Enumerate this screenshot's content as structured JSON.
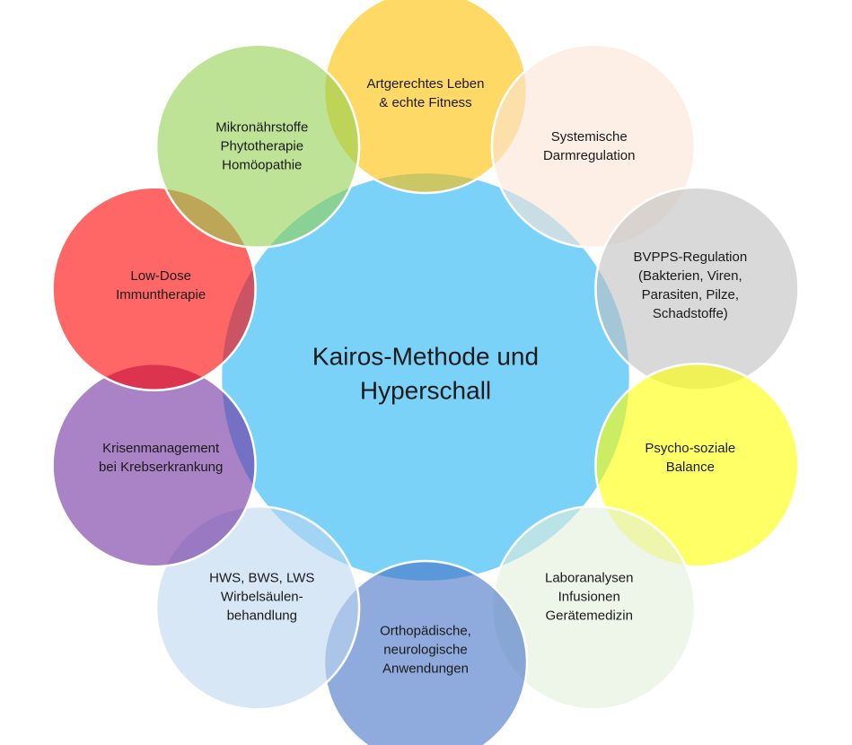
{
  "center": {
    "lines": [
      "Kairos-Methode  und",
      "Hyperschall"
    ],
    "color": "#4FC3F7"
  },
  "nodes": [
    {
      "id": "fitness",
      "lines": [
        "Artgerechtes Leben",
        "& echte Fitness"
      ],
      "color": "#FFC000"
    },
    {
      "id": "darm",
      "lines": [
        "Systemische",
        "Darmregulation"
      ],
      "color": "#FBE5D6"
    },
    {
      "id": "bvpps",
      "lines": [
        "BVPPS-Regulation",
        "(Bakterien, Viren,",
        "Parasiten, Pilze,",
        "Schadstoffe)"
      ],
      "color": "#BFBFBF"
    },
    {
      "id": "psycho",
      "lines": [
        "Psycho-soziale",
        "Balance"
      ],
      "color": "#FFFF00"
    },
    {
      "id": "labor",
      "lines": [
        "Laboranalysen",
        "Infusionen",
        "Gerätemedizin"
      ],
      "color": "#E2EFDA"
    },
    {
      "id": "ortho",
      "lines": [
        "Orthopädische,",
        "neurologische",
        "Anwendungen"
      ],
      "color": "#4472C4"
    },
    {
      "id": "hws",
      "lines": [
        "HWS, BWS, LWS",
        "Wirbelsäulen-",
        "behandlung"
      ],
      "color": "#BDD7EE"
    },
    {
      "id": "krisen",
      "lines": [
        "Krisenmanagement",
        "bei Krebserkrankung"
      ],
      "color": "#7030A0"
    },
    {
      "id": "lowdose",
      "lines": [
        "Low-Dose",
        "Immuntherapie"
      ],
      "color": "#FF0000"
    },
    {
      "id": "mikro",
      "lines": [
        "Mikronährstoffe",
        "Phytotherapie",
        "Homöopathie"
      ],
      "color": "#92D050"
    }
  ]
}
